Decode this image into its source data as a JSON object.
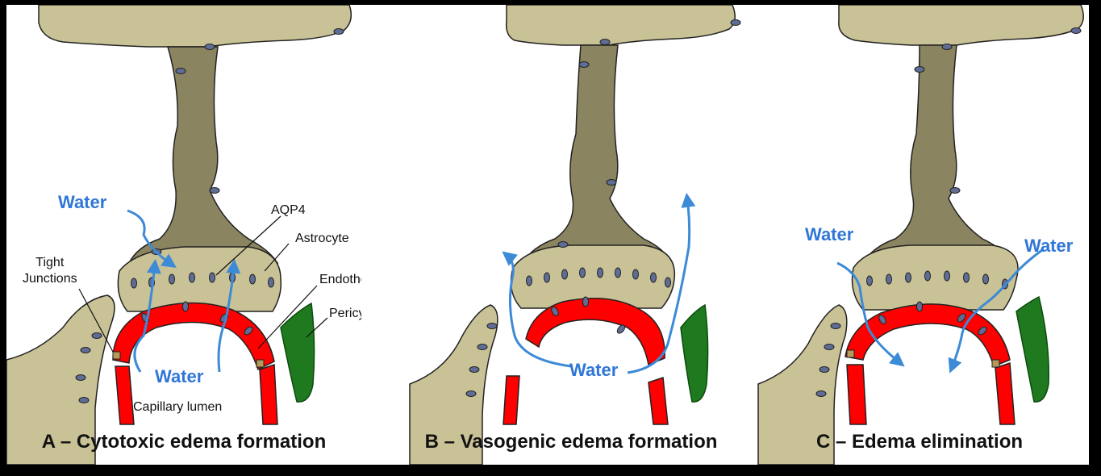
{
  "colors": {
    "astrocyte_fill": "#c9c296",
    "astrocyte_process": "#8a8460",
    "endothelium": "#ff0000",
    "pericyte": "#1f7a1f",
    "aqp4": "#5f6d95",
    "water_arrow": "#3d8ad6",
    "water_text": "#2f76d6",
    "tight_junction": "#b59a5a"
  },
  "icons": [
    "astrocyte-cell",
    "aqp4-channel",
    "endothelial-wall",
    "pericyte-cell",
    "water-flow-arrow",
    "tight-junction-marker"
  ],
  "panels": [
    {
      "caption": "A – Cytotoxic edema formation",
      "labels": {
        "aqp4": "AQP4",
        "astrocyte": "Astrocyte",
        "endothelium": "Endothelium",
        "pericyte": "Pericyte",
        "tight_junctions": "Tight\nJunctions",
        "capillary_lumen": "Capillary lumen"
      },
      "water_labels": [
        "Water",
        "Water"
      ]
    },
    {
      "caption": "B – Vasogenic edema formation",
      "water_labels": [
        "Water"
      ]
    },
    {
      "caption": "C – Edema elimination",
      "water_labels": [
        "Water",
        "Water"
      ]
    }
  ]
}
